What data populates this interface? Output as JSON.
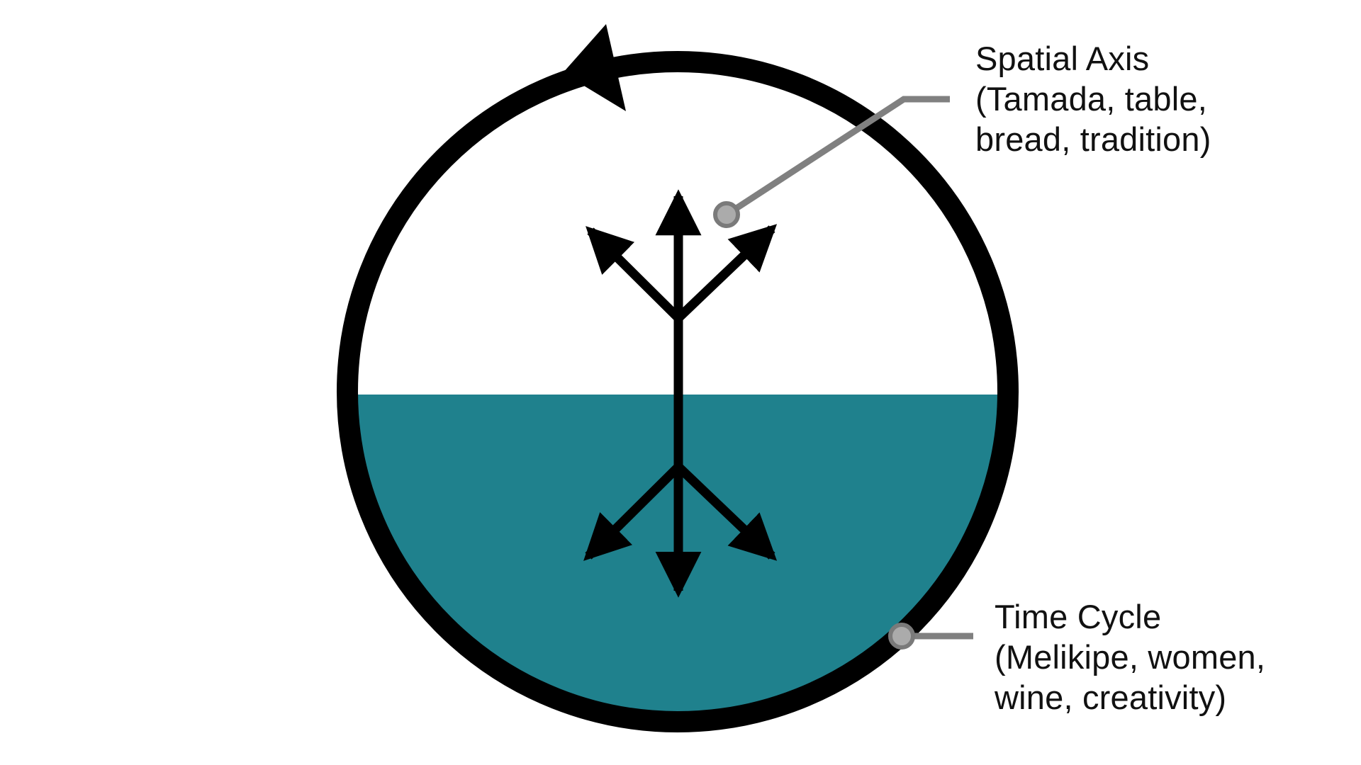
{
  "diagram": {
    "title_meaning": "Supra cycle diagram",
    "labels": {
      "spatial_axis": {
        "lines": [
          "Spatial Axis",
          "(Tamada, table,",
          "bread, tradition)"
        ]
      },
      "time_cycle": {
        "lines": [
          "Time Cycle",
          "(Melikipe, women,",
          "wine, creativity)"
        ]
      }
    },
    "icons": {
      "rotation_arrowhead": "counterclockwise-cycle-arrowhead",
      "center_symbol": "six-direction-arrows",
      "marker_dot": "leader-dot"
    },
    "colors": {
      "ring": "#000000",
      "arrows": "#000000",
      "time_half_fill": "#1F818D",
      "leader_line": "#808080",
      "dot_fill": "#ABABAB",
      "dot_stroke": "#7A7A7A",
      "text": "#111111",
      "background": "#FFFFFF"
    }
  }
}
